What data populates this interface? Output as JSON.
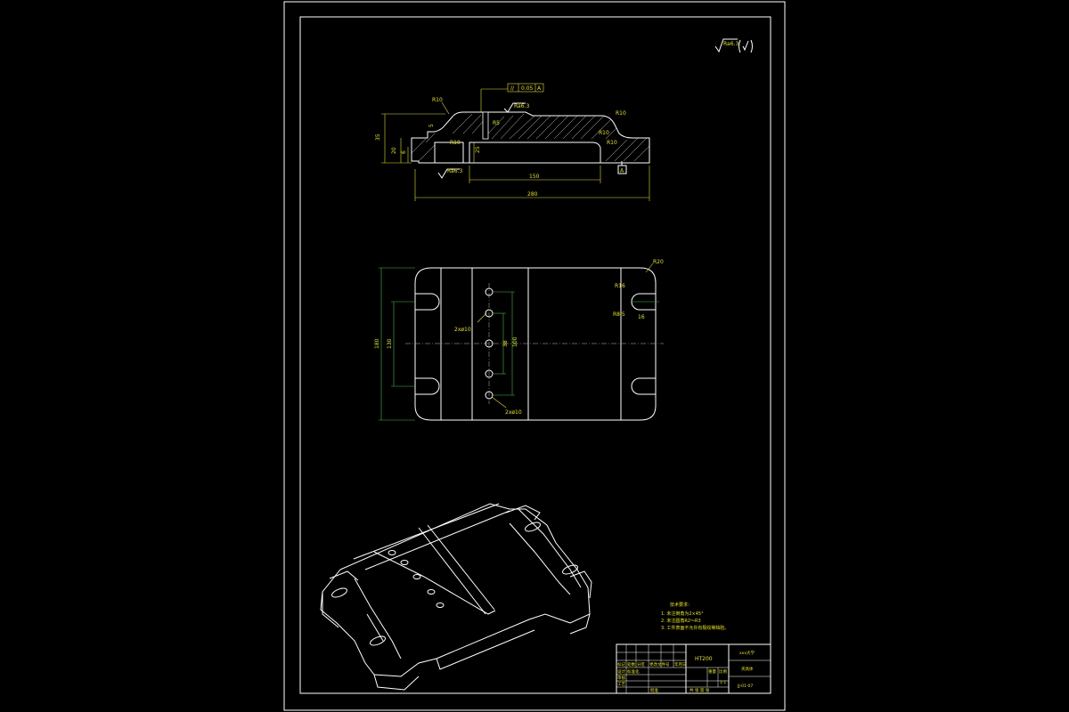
{
  "roughness_symbol": {
    "main": "Ra6.3",
    "paren": "√"
  },
  "section_view": {
    "tolerance": {
      "symbol": "//",
      "value": "0.05",
      "datum": "A"
    },
    "roughness_top": "Ra6.3",
    "roughness_bottom": "Ra6.3",
    "datum_label": "A",
    "radii": [
      "R10",
      "R10",
      "R5",
      "R10",
      "R10",
      "R10"
    ],
    "dims": {
      "overall_height": "35",
      "left_h1": "20",
      "left_h2": "6",
      "step_h": "5",
      "slot_h": "25",
      "inner_len": "150",
      "total_len": "280"
    }
  },
  "plan_view": {
    "radii": [
      "R20",
      "R16",
      "R8.5"
    ],
    "dims": {
      "height": "180",
      "inner_h": "130",
      "holes_top": "2xø10",
      "holes_bottom": "2xø10",
      "hole_span_a": "38",
      "hole_span_b": "100",
      "slot_w": "16"
    }
  },
  "tech_notes": {
    "title": "技术要求：",
    "items": [
      "1. 未注倒角为2×45°",
      "2. 未注圆角R2～R3",
      "3. 工件表面不允许有裂纹等缺陷。"
    ]
  },
  "title_block": {
    "material": "HT200",
    "school": "xxx大学",
    "part_name": "夹具体",
    "drawing_no": "JJ-01-07",
    "scale_label": "比例",
    "scale": "1:1",
    "weight_label": "重量",
    "sheet_info": "共  张  第  张",
    "row_labels": [
      "标记",
      "处数",
      "分区",
      "更改文件号",
      "签名",
      "年月日"
    ],
    "role_labels": [
      "设计",
      "审核",
      "工艺",
      "标准化",
      "批准"
    ]
  }
}
